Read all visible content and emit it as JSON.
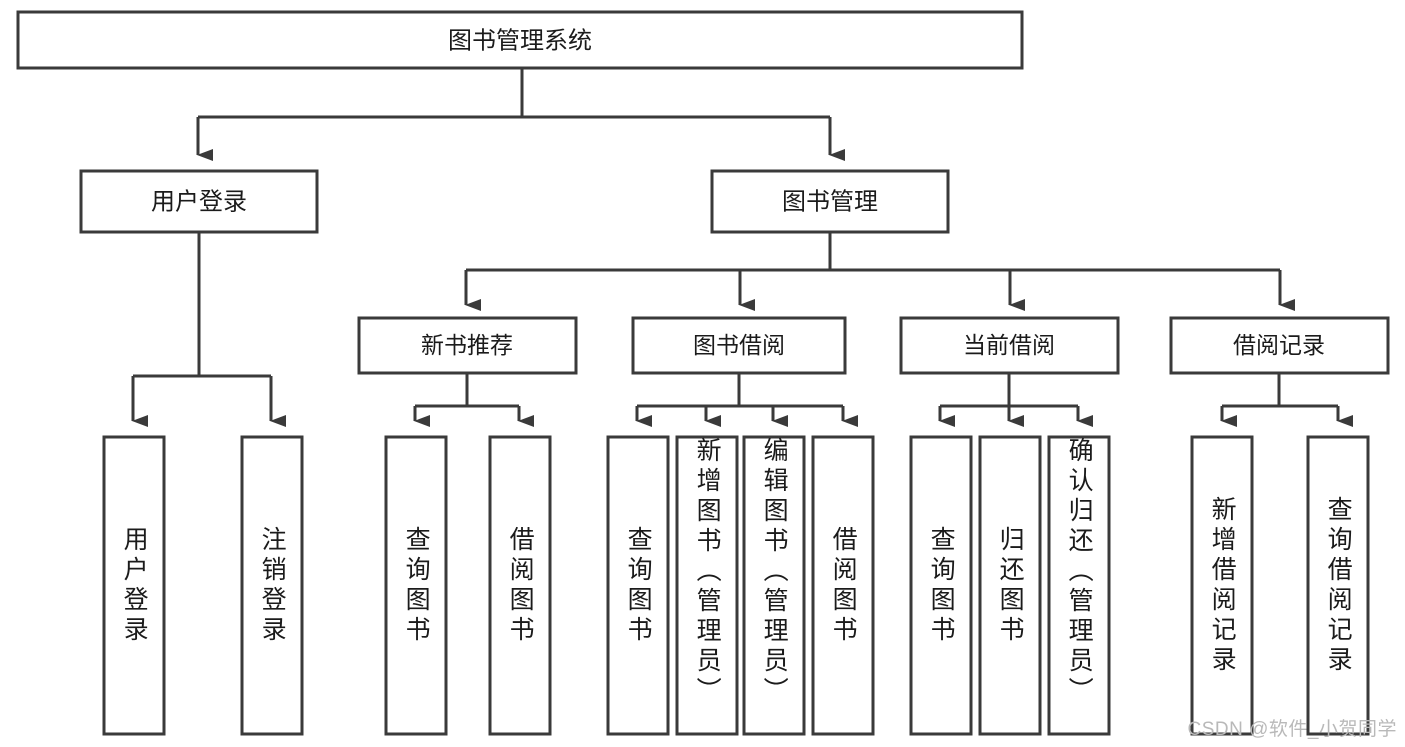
{
  "diagram": {
    "title": "图书管理系统",
    "type": "tree-hierarchy",
    "root": {
      "id": "root",
      "label": "图书管理系统",
      "orientation": "horizontal"
    },
    "level2": [
      {
        "id": "user-login",
        "label": "用户登录",
        "orientation": "horizontal"
      },
      {
        "id": "book-manage",
        "label": "图书管理",
        "orientation": "horizontal"
      }
    ],
    "level3": [
      {
        "id": "new-book-recommend",
        "label": "新书推荐",
        "orientation": "horizontal",
        "parent": "book-manage"
      },
      {
        "id": "book-borrow",
        "label": "图书借阅",
        "orientation": "horizontal",
        "parent": "book-manage"
      },
      {
        "id": "current-borrow",
        "label": "当前借阅",
        "orientation": "horizontal",
        "parent": "book-manage"
      },
      {
        "id": "borrow-record",
        "label": "借阅记录",
        "orientation": "horizontal",
        "parent": "book-manage"
      }
    ],
    "leaves": [
      {
        "id": "leaf-user-login",
        "label": "用户登录",
        "parent": "user-login",
        "orientation": "vertical"
      },
      {
        "id": "leaf-user-logout",
        "label": "注销登录",
        "parent": "user-login",
        "orientation": "vertical"
      },
      {
        "id": "leaf-query-book-1",
        "label": "查询图书",
        "parent": "new-book-recommend",
        "orientation": "vertical"
      },
      {
        "id": "leaf-borrow-book-1",
        "label": "借阅图书",
        "parent": "new-book-recommend",
        "orientation": "vertical"
      },
      {
        "id": "leaf-query-book-2",
        "label": "查询图书",
        "parent": "book-borrow",
        "orientation": "vertical"
      },
      {
        "id": "leaf-add-book",
        "label": "新增图书（管理员）",
        "parent": "book-borrow",
        "orientation": "vertical"
      },
      {
        "id": "leaf-edit-book",
        "label": "编辑图书（管理员）",
        "parent": "book-borrow",
        "orientation": "vertical"
      },
      {
        "id": "leaf-borrow-book-2",
        "label": "借阅图书",
        "parent": "book-borrow",
        "orientation": "vertical"
      },
      {
        "id": "leaf-query-book-3",
        "label": "查询图书",
        "parent": "current-borrow",
        "orientation": "vertical"
      },
      {
        "id": "leaf-return-book",
        "label": "归还图书",
        "parent": "current-borrow",
        "orientation": "vertical"
      },
      {
        "id": "leaf-confirm-return",
        "label": "确认归还（管理员）",
        "parent": "current-borrow",
        "orientation": "vertical"
      },
      {
        "id": "leaf-add-record",
        "label": "新增借阅记录",
        "parent": "borrow-record",
        "orientation": "vertical"
      },
      {
        "id": "leaf-query-record",
        "label": "查询借阅记录",
        "parent": "borrow-record",
        "orientation": "vertical"
      }
    ],
    "colors": {
      "stroke": "#3a3a3a",
      "fill": "#ffffff",
      "text": "#1b1b1b",
      "watermark": "#b9b9b9"
    }
  },
  "watermark": {
    "text": "CSDN @软件_小贺同学"
  }
}
